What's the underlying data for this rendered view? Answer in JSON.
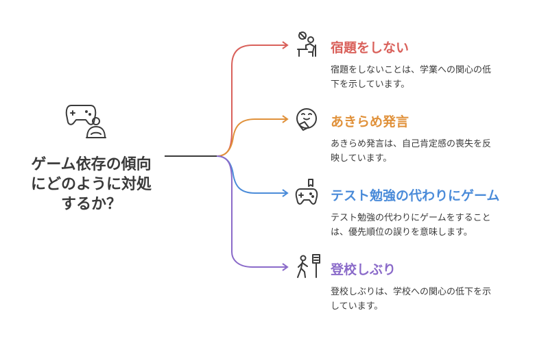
{
  "central": {
    "lines": [
      "ゲーム依存の傾向",
      "にどのように対処",
      "するか？"
    ]
  },
  "branches": [
    {
      "title": "宿題をしない",
      "desc_lines": [
        "宿題をしないことは、学業への関心の低",
        "下を示しています。"
      ],
      "color": "#d9605a",
      "icon": "person-at-desk-icon"
    },
    {
      "title": "あきらめ発言",
      "desc_lines": [
        "あきらめ発言は、自己肯定感の喪失を反",
        "映しています。"
      ],
      "color": "#e0913a",
      "icon": "face-with-book-icon"
    },
    {
      "title": "テスト勉強の代わりにゲーム",
      "desc_lines": [
        "テスト勉強の代わりにゲームをすること",
        "は、優先順位の誤りを意味します。"
      ],
      "color": "#4a8bd9",
      "icon": "gamepad-with-book-icon"
    },
    {
      "title": "登校しぶり",
      "desc_lines": [
        "登校しぶりは、学校への関心の低下を示",
        "しています。"
      ],
      "color": "#8a6ac9",
      "icon": "walking-to-school-icon"
    }
  ],
  "colors": {
    "text": "#3a3a3a",
    "stem": "#3a3a3a"
  }
}
